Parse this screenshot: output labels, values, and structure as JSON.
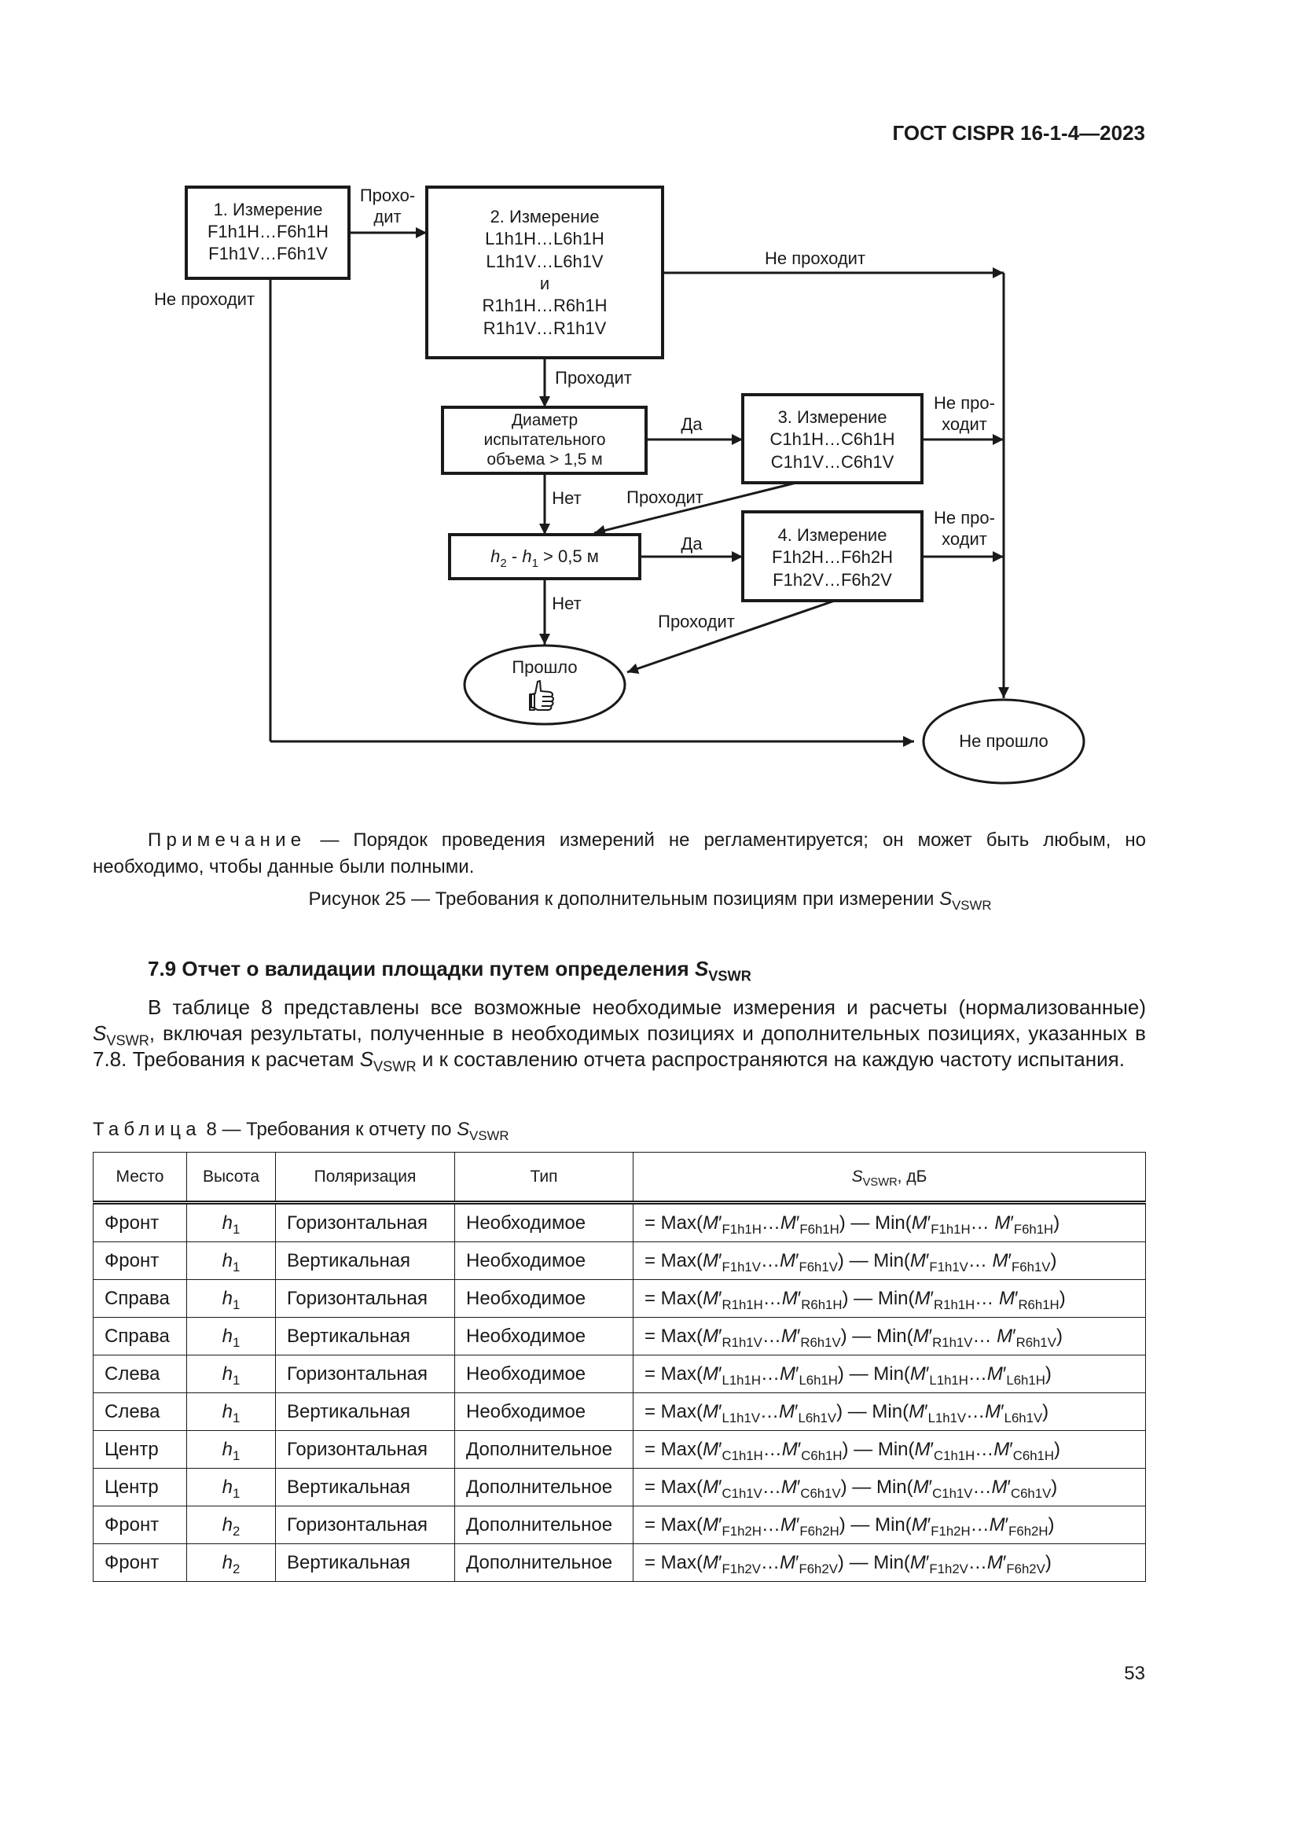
{
  "header": "ГОСТ CISPR 16-1-4—2023",
  "flowchart": {
    "box1": [
      "1. Измерение",
      "F1h1H…F6h1H",
      "F1h1V…F6h1V"
    ],
    "box2": [
      "2. Измерение",
      "L1h1H…L6h1H",
      "L1h1V…L6h1V",
      "и",
      "R1h1H…R6h1H",
      "R1h1V…R1h1V"
    ],
    "box3": [
      "3. Измерение",
      "C1h1H…C6h1H",
      "C1h1V…C6h1V"
    ],
    "box4": [
      "4. Измерение",
      "F1h2H…F6h2H",
      "F1h2V…F6h2V"
    ],
    "decision1": [
      "Диаметр",
      "испытательного",
      "объема > 1,5 м"
    ],
    "decision2": {
      "h2": "h",
      "s2": "2",
      "mid": " - ",
      "h1": "h",
      "s1": "1",
      "rest": " > 0,5 м"
    },
    "passed": "Прошло",
    "failed": "Не прошло",
    "lbl_pass_split": [
      "Прохо-",
      "дит"
    ],
    "lbl_pass": "Проходит",
    "lbl_fail": "Не проходит",
    "lbl_fail_split": [
      "Не про-",
      "ходит"
    ],
    "lbl_yes": "Да",
    "lbl_no": "Нет",
    "thumb_icon": "thumbs-up-icon"
  },
  "note": {
    "prefix": "Примечание",
    "text": " — Порядок проведения измерений не регламентируется; он может быть любым, но необходимо, чтобы данные были полными."
  },
  "figure_caption": {
    "text": "Рисунок 25 — Требования к дополнительным позициям при измерении ",
    "sym": "S",
    "sub": "VSWR"
  },
  "section": {
    "title": "7.9 Отчет о валидации площадки путем определения ",
    "sym": "S",
    "sub": "VSWR"
  },
  "paragraph": {
    "t1": "В таблице 8 представлены все возможные необходимые измерения и расчеты (нормализованные) ",
    "sym": "S",
    "sub": "VSWR",
    "t2": ", включая результаты, полученные в необходимых позициях и дополнительных позициях, указанных в 7.8. Требования к расчетам ",
    "t3": " и к составлению отчета распространяются на каждую частоту испытания."
  },
  "table_caption": {
    "prefix": "Таблица",
    "text": " 8 — Требования к отчету по ",
    "sym": "S",
    "sub": "VSWR"
  },
  "table": {
    "headers": {
      "place": "Место",
      "height": "Высота",
      "pol": "Поляризация",
      "type": "Тип",
      "svswr_sym": "S",
      "svswr_sub": "VSWR",
      "svswr_unit": ", дБ"
    },
    "rows": [
      {
        "place": "Фронт",
        "h": "h",
        "hs": "1",
        "pol": "Горизонтальная",
        "type": "Необходимое",
        "pos": [
          "F1h1H",
          "F6h1H"
        ],
        "sep1": "…",
        "sep2": "… "
      },
      {
        "place": "Фронт",
        "h": "h",
        "hs": "1",
        "pol": "Вертикальная",
        "type": "Необходимое",
        "pos": [
          "F1h1V",
          "F6h1V"
        ],
        "sep1": "…",
        "sep2": "… "
      },
      {
        "place": "Справа",
        "h": "h",
        "hs": "1",
        "pol": "Горизонтальная",
        "type": "Необходимое",
        "pos": [
          "R1h1H",
          "R6h1H"
        ],
        "sep1": "…",
        "sep2": "… "
      },
      {
        "place": "Справа",
        "h": "h",
        "hs": "1",
        "pol": "Вертикальная",
        "type": "Необходимое",
        "pos": [
          "R1h1V",
          "R6h1V"
        ],
        "sep1": "…",
        "sep2": "… "
      },
      {
        "place": "Слева",
        "h": "h",
        "hs": "1",
        "pol": "Горизонтальная",
        "type": "Необходимое",
        "pos": [
          "L1h1H",
          "L6h1H"
        ],
        "sep1": "…",
        "sep2": "…"
      },
      {
        "place": "Слева",
        "h": "h",
        "hs": "1",
        "pol": "Вертикальная",
        "type": "Необходимое",
        "pos": [
          "L1h1V",
          "L6h1V"
        ],
        "sep1": "…",
        "sep2": "…"
      },
      {
        "place": "Центр",
        "h": "h",
        "hs": "1",
        "pol": "Горизонтальная",
        "type": "Дополнительное",
        "pos": [
          "C1h1H",
          "C6h1H"
        ],
        "sep1": "…",
        "sep2": "…"
      },
      {
        "place": "Центр",
        "h": "h",
        "hs": "1",
        "pol": "Вертикальная",
        "type": "Дополнительное",
        "pos": [
          "C1h1V",
          "C6h1V"
        ],
        "sep1": "…",
        "sep2": "…"
      },
      {
        "place": "Фронт",
        "h": "h",
        "hs": "2",
        "pol": "Горизонтальная",
        "type": "Дополнительное",
        "pos": [
          "F1h2H",
          "F6h2H"
        ],
        "sep1": "…",
        "sep2": "…"
      },
      {
        "place": "Фронт",
        "h": "h",
        "hs": "2",
        "pol": "Вертикальная",
        "type": "Дополнительное",
        "pos": [
          "F1h2V",
          "F6h2V"
        ],
        "sep1": "…",
        "sep2": "…"
      }
    ],
    "formula": {
      "eq": "= Max(",
      "m": "M",
      "prime": "′",
      "mid": ") — Min(",
      "end": ")"
    }
  },
  "page_number": "53"
}
